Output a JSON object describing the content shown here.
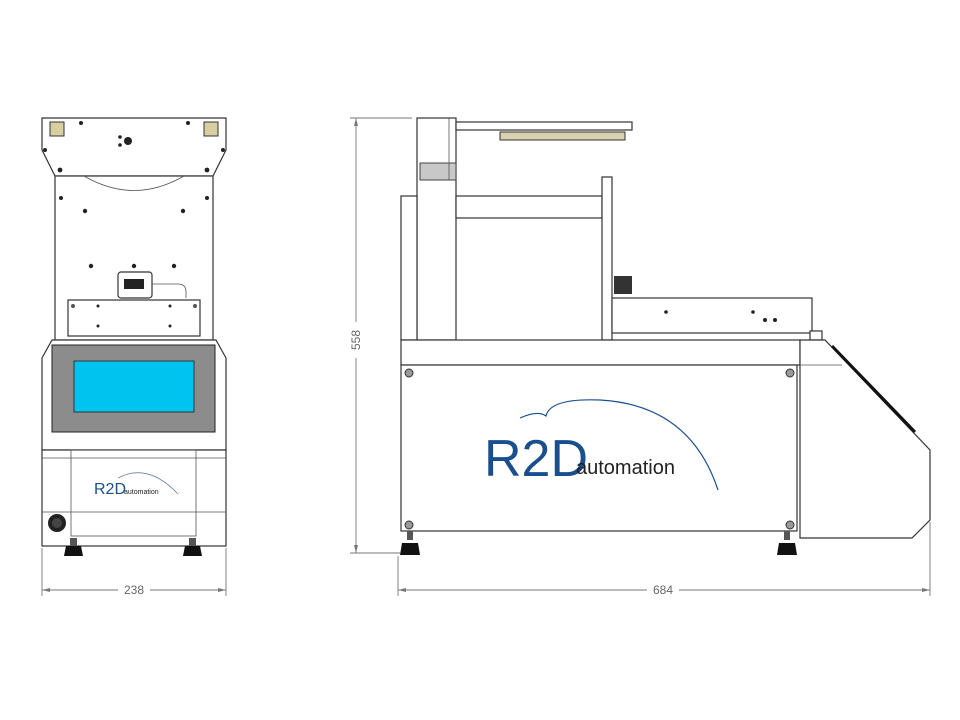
{
  "front_view": {
    "width_dimension": "238",
    "logo": {
      "brand": "R2D",
      "word": "automation"
    },
    "screen_color": "#00c4f0"
  },
  "side_view": {
    "height_dimension": "558",
    "length_dimension": "684",
    "logo": {
      "brand": "R2D",
      "word": "automation"
    }
  },
  "colors": {
    "logo_blue": "#1a4f8e",
    "bezel": "#8c8c8c",
    "light_bar": "#d8d2b0"
  }
}
